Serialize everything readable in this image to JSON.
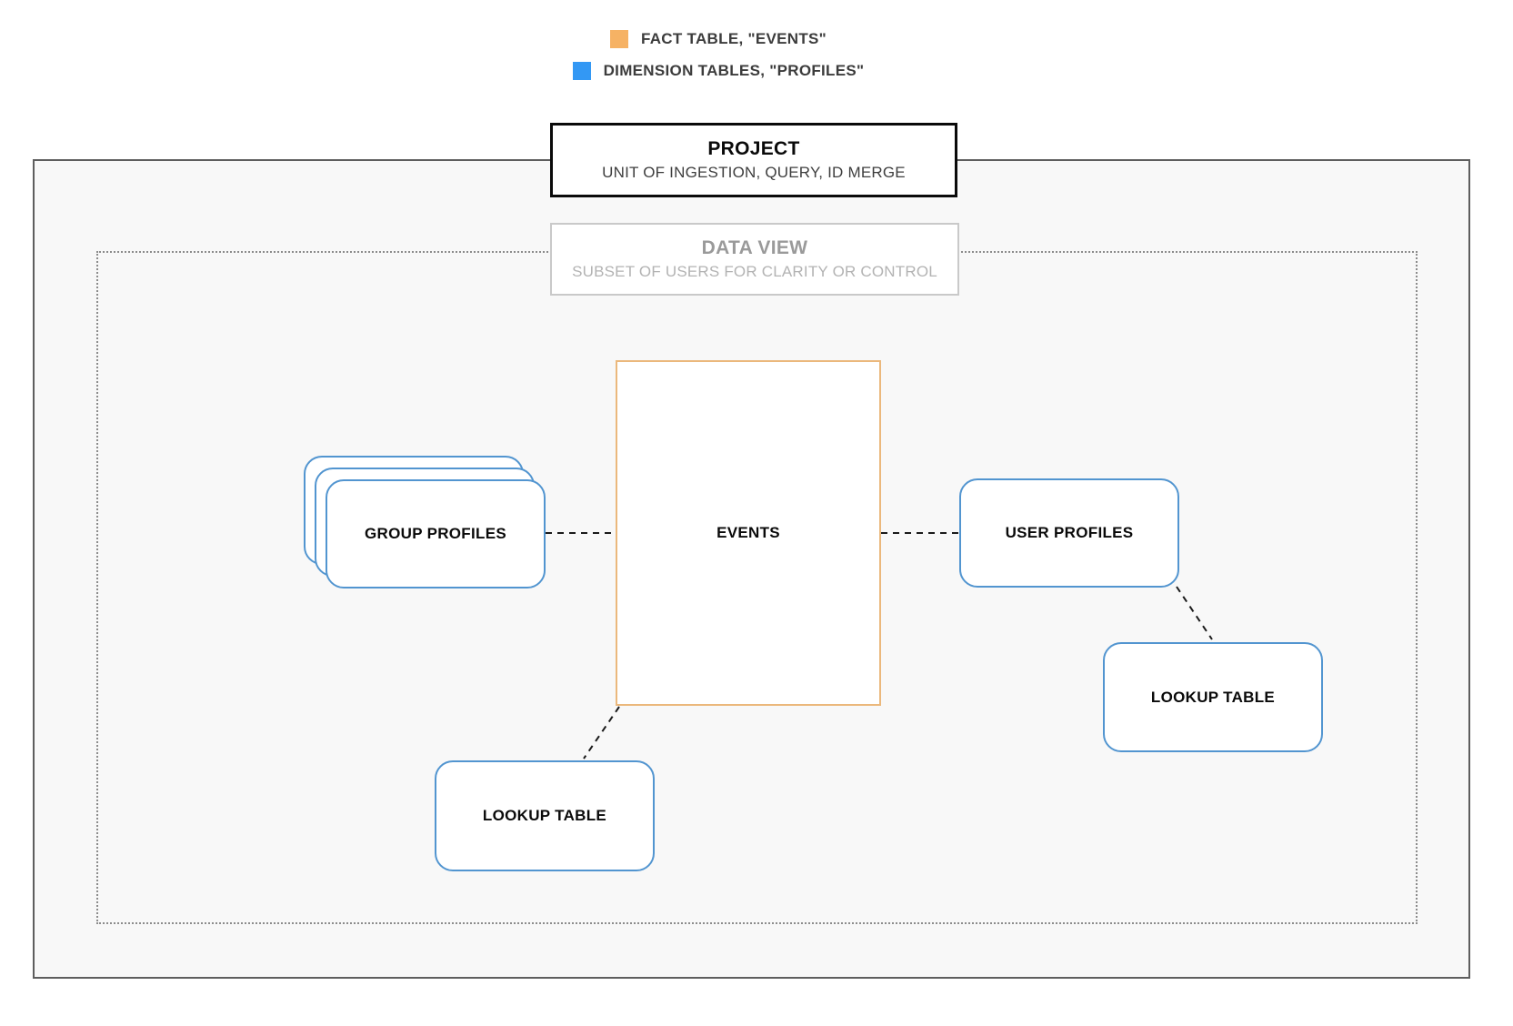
{
  "legend": {
    "items": [
      {
        "name": "fact-table",
        "label": "FACT TABLE, \"EVENTS\"",
        "color": "#F6B264"
      },
      {
        "name": "dimension-tables",
        "label": "DIMENSION TABLES, \"PROFILES\"",
        "color": "#3398F4"
      }
    ]
  },
  "project": {
    "title": "PROJECT",
    "subtitle": "UNIT OF INGESTION, QUERY, ID MERGE"
  },
  "data_view": {
    "title": "DATA VIEW",
    "subtitle": "SUBSET OF USERS FOR CLARITY OR CONTROL"
  },
  "nodes": {
    "events": {
      "label": "EVENTS"
    },
    "group_profiles": {
      "label": "GROUP PROFILES"
    },
    "user_profiles": {
      "label": "USER PROFILES"
    },
    "lookup_table_right": {
      "label": "LOOKUP TABLE"
    },
    "lookup_table_bottom": {
      "label": "LOOKUP TABLE"
    }
  },
  "colors": {
    "fact_border": "#EBB87C",
    "dimension_border": "#5295D0",
    "legend_fact": "#F6B264",
    "legend_dimension": "#3398F4"
  }
}
